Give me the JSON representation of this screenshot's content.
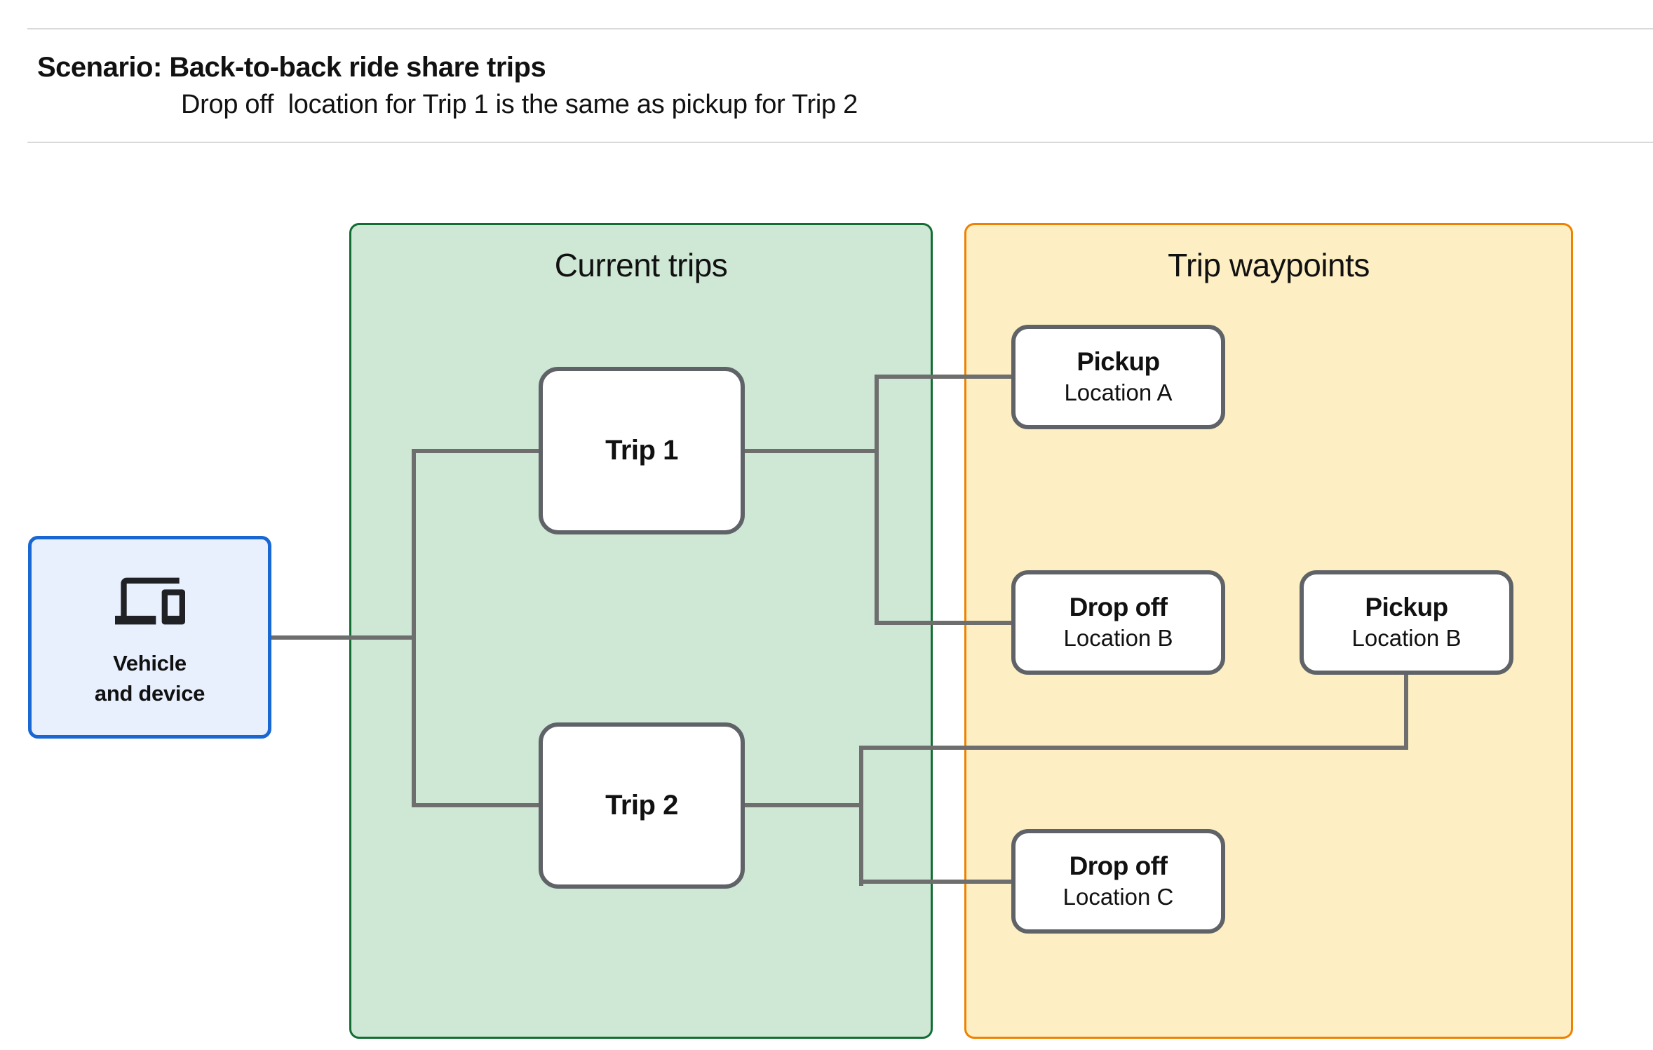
{
  "header": {
    "title": "Scenario: Back-to-back ride share trips",
    "subtitle": "Drop off  location for Trip 1 is the same as pickup for Trip 2"
  },
  "vehicle": {
    "icon": "devices-icon",
    "label_line1": "Vehicle",
    "label_line2": "and device"
  },
  "groups": {
    "current_trips": {
      "title": "Current trips"
    },
    "trip_waypoints": {
      "title": "Trip waypoints"
    }
  },
  "trips": [
    {
      "label": "Trip 1"
    },
    {
      "label": "Trip 2"
    }
  ],
  "waypoints": [
    {
      "type": "Pickup",
      "location": "Location A"
    },
    {
      "type": "Drop off",
      "location": "Location B"
    },
    {
      "type": "Pickup",
      "location": "Location B"
    },
    {
      "type": "Drop off",
      "location": "Location C"
    }
  ],
  "colors": {
    "blue_fill": "#E8F0FE",
    "blue_border": "#1967D2",
    "green_fill": "#CEE8D5",
    "green_border": "#136D33",
    "yellow_fill": "#FDEFC3",
    "yellow_border": "#EE8100",
    "box_border_gray": "#5F6368",
    "connector_gray": "#6E6E6E",
    "divider_gray": "#D9D9D9",
    "text_black": "#111111"
  }
}
